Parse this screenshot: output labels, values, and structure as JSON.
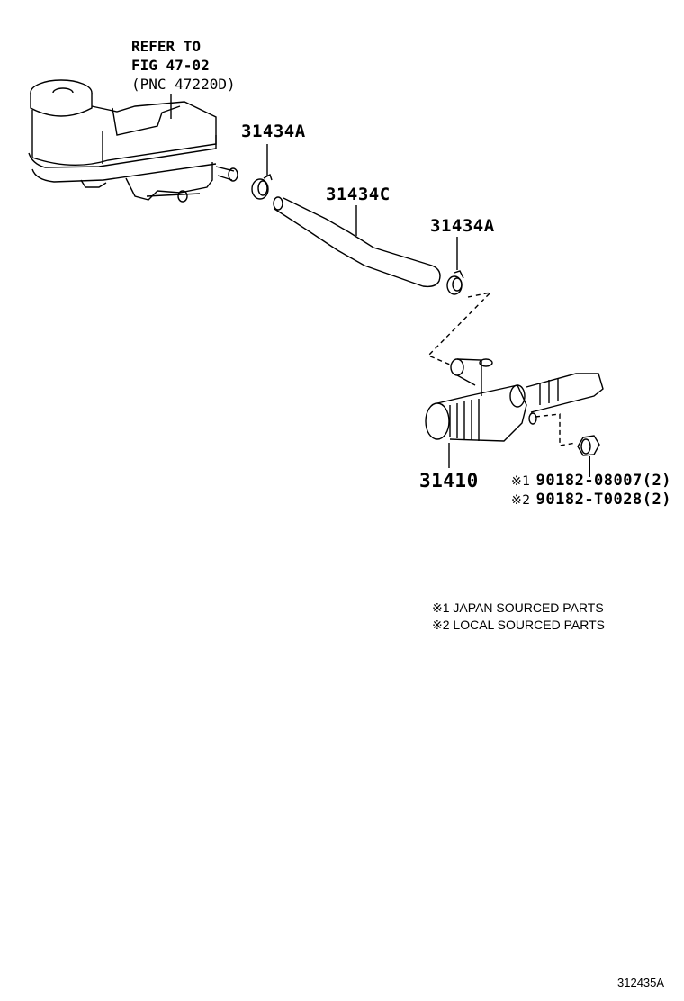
{
  "reference": {
    "line1": "REFER TO",
    "line2": "FIG 47-02",
    "line3": "(PNC 47220D)"
  },
  "callouts": {
    "clamp_upper": "31434A",
    "hose": "31434C",
    "clamp_lower": "31434A",
    "cylinder": "31410"
  },
  "nut_parts": [
    {
      "mark": "※1",
      "part": "90182-08007(2)"
    },
    {
      "mark": "※2",
      "part": "90182-T0028(2)"
    }
  ],
  "legend": [
    "※1 JAPAN SOURCED PARTS",
    "※2 LOCAL SOURCED PARTS"
  ],
  "figure_id": "312435A"
}
